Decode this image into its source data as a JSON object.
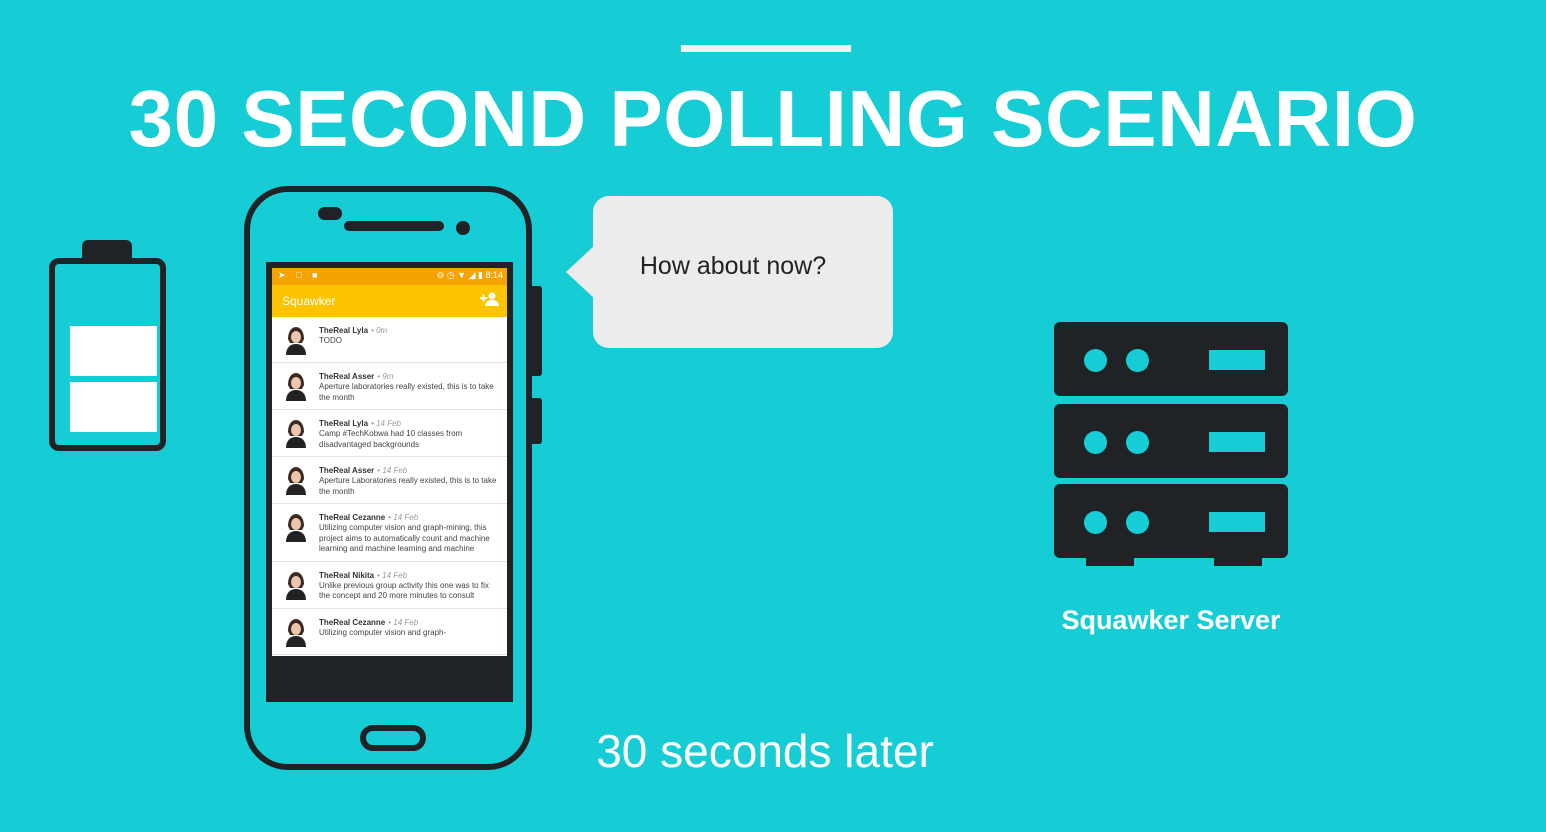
{
  "title": "30 SECOND POLLING SCENARIO",
  "speech_bubble": "How about now?",
  "server_label": "Squawker Server",
  "caption": "30 seconds later",
  "phone": {
    "status_time": "8:14",
    "app_title": "Squawker",
    "feed": [
      {
        "author": "TheReal Lyla",
        "time": "0m",
        "message": "TODO"
      },
      {
        "author": "TheReal Asser",
        "time": "9m",
        "message": "Aperture laboratories really existed, this is to take the month"
      },
      {
        "author": "TheReal Lyla",
        "time": "14 Feb",
        "message": "Camp #TechKobwa had 10 classes from disadvantaged backgrounds"
      },
      {
        "author": "TheReal Asser",
        "time": "14 Feb",
        "message": "Aperture Laboratories really existed, this is to take the month"
      },
      {
        "author": "TheReal Cezanne",
        "time": "14 Feb",
        "message": "Utilizing computer vision and graph-mining, this project aims to automatically count and machine learning and machine learning and machine"
      },
      {
        "author": "TheReal Nikita",
        "time": "14 Feb",
        "message": "Unlike previous group activity this one was to fix the concept and 20 more minutes to consult"
      },
      {
        "author": "TheReal Cezanne",
        "time": "14 Feb",
        "message": "Utilizing computer vision and graph-"
      }
    ]
  },
  "colors": {
    "background": "#16cdd6",
    "outline": "#1f2326",
    "app_bar": "#fbc300",
    "status_bar": "#f4a300",
    "bubble": "#ececec"
  },
  "icons": [
    "battery-icon",
    "phone-icon",
    "server-icon",
    "add-person-icon"
  ]
}
